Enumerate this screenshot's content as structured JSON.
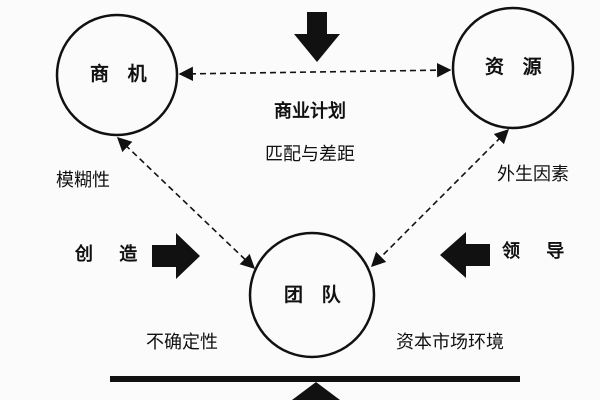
{
  "nodes": {
    "opportunity": "商 机",
    "resources": "资 源",
    "team": "团 队"
  },
  "labels": {
    "business_plan": "商业计划",
    "fit_and_gap": "匹配与差距",
    "ambiguity": "模糊性",
    "external_factors": "外生因素",
    "creativity": "创 造",
    "leadership": "领 导",
    "uncertainty": "不确定性",
    "capital_market": "资本市场环境"
  },
  "colors": {
    "ink": "#111111",
    "background": "#fbfbfb"
  }
}
